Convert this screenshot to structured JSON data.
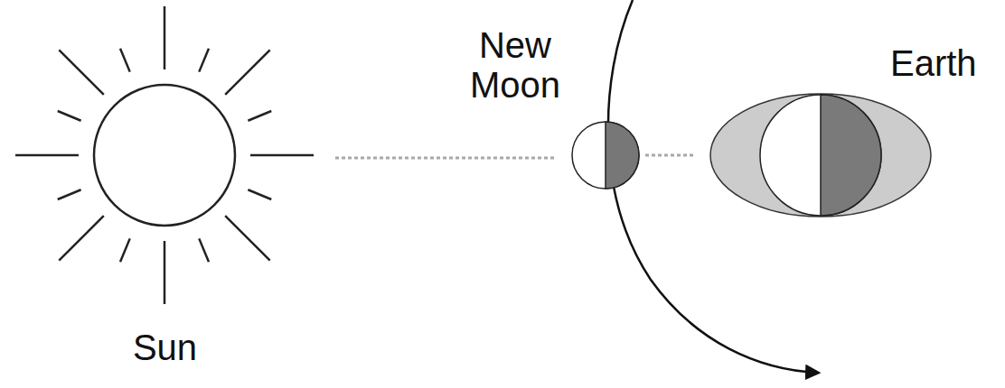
{
  "diagram": {
    "nodes": [
      {
        "text": [
          "Sun"
        ]
      },
      {
        "text": [
          "New Moon"
        ]
      },
      {
        "text": [
          "Earth"
        ]
      }
    ],
    "edges": [
      {
        "from": 0,
        "to": 1,
        "arrow": "none"
      },
      {
        "from": 1,
        "to": 2,
        "arrow": "none"
      }
    ]
  }
}
